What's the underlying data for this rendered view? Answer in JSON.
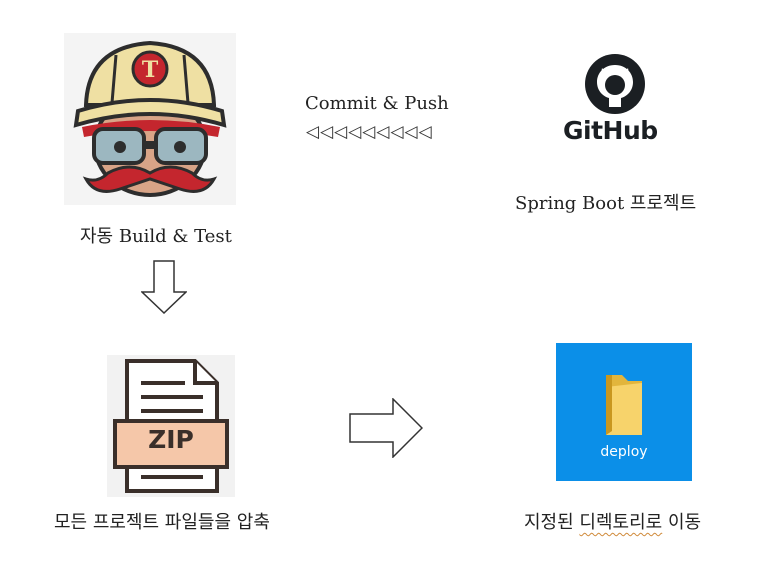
{
  "top_arrow": {
    "label": "Commit & Push",
    "triangles": "◁◁◁◁◁◁◁◁◁"
  },
  "github": {
    "wordmark": "GitHub",
    "caption": "Spring Boot 프로젝트"
  },
  "travis": {
    "hat_letter": "T",
    "caption": "자동 Build & Test"
  },
  "zip": {
    "badge": "ZIP",
    "caption": "모든 프로젝트 파일들을 압축"
  },
  "deploy": {
    "folder_name": "deploy",
    "caption_prefix": "지정된 ",
    "caption_underlined": "디렉토리로",
    "caption_suffix": " 이동"
  },
  "colors": {
    "deploy_background": "#0b8fe8",
    "zip_badge": "#f5c7a9",
    "travis_mustache": "#c4262e",
    "hat": "#efe0a3"
  }
}
